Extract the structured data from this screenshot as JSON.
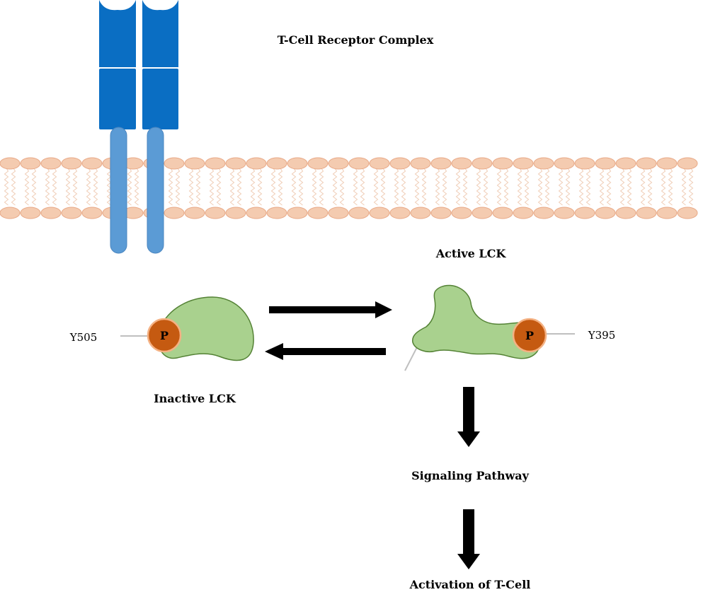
{
  "labels": {
    "receptor": "T-Cell Receptor Complex",
    "active": "Active LCK",
    "inactive": "Inactive LCK",
    "y505": "Y505",
    "y395": "Y395",
    "phospho_inactive": "P",
    "phospho_active": "P",
    "signaling": "Signaling Pathway",
    "activation": "Activation of T-Cell"
  },
  "colors": {
    "receptor_dark": "#0a6ec3",
    "receptor_light": "#5b9bd5",
    "membrane_head": "#f4cbb0",
    "membrane_stroke": "#e8a987",
    "lck_fill": "#a9d18e",
    "lck_stroke": "#548235",
    "phospho_fill": "#c55a11",
    "phospho_stroke": "#f4b183",
    "arrow": "#000000"
  }
}
